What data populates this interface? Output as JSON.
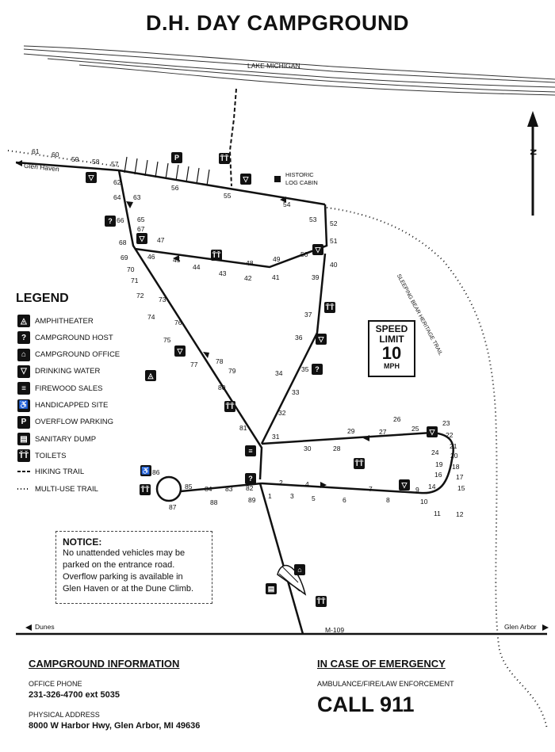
{
  "title": "D.H. DAY CAMPGROUND",
  "map_labels": {
    "lake": "LAKE MICHIGAN",
    "glen_haven": "Glen Haven",
    "historic": "HISTORIC",
    "log_cabin": "LOG CABIN",
    "trail": "SLEEPING BEAR HERITAGE TRAIL",
    "dunes": "Dunes",
    "m109": "M-109",
    "glen_arbor": "Glen Arbor",
    "north": "N"
  },
  "site_numbers": [
    "1",
    "2",
    "3",
    "4",
    "5",
    "6",
    "7",
    "8",
    "9",
    "10",
    "11",
    "12",
    "14",
    "15",
    "16",
    "17",
    "18",
    "19",
    "20",
    "21",
    "22",
    "23",
    "24",
    "25",
    "26",
    "27",
    "28",
    "29",
    "30",
    "31",
    "32",
    "33",
    "34",
    "35",
    "36",
    "37",
    "39",
    "40",
    "41",
    "42",
    "43",
    "44",
    "45",
    "46",
    "47",
    "48",
    "49",
    "50",
    "51",
    "52",
    "53",
    "54",
    "55",
    "56",
    "57",
    "58",
    "59",
    "60",
    "61",
    "62",
    "63",
    "64",
    "65",
    "66",
    "67",
    "68",
    "69",
    "70",
    "71",
    "72",
    "73",
    "74",
    "75",
    "76",
    "77",
    "78",
    "79",
    "80",
    "81",
    "82",
    "83",
    "84",
    "85",
    "86",
    "87",
    "88",
    "89"
  ],
  "legend": {
    "title": "LEGEND",
    "items": [
      {
        "icon": "amphitheater-icon",
        "glyph": "◬",
        "label": "AMPHITHEATER"
      },
      {
        "icon": "campground-host-icon",
        "glyph": "?",
        "label": "CAMPGROUND HOST"
      },
      {
        "icon": "campground-office-icon",
        "glyph": "⌂",
        "label": "CAMPGROUND OFFICE"
      },
      {
        "icon": "drinking-water-icon",
        "glyph": "▽",
        "label": "DRINKING WATER"
      },
      {
        "icon": "firewood-icon",
        "glyph": "≡",
        "label": "FIREWOOD SALES"
      },
      {
        "icon": "handicapped-icon",
        "glyph": "♿",
        "label": "HANDICAPPED SITE"
      },
      {
        "icon": "parking-icon",
        "glyph": "P",
        "label": "OVERFLOW PARKING"
      },
      {
        "icon": "sanitary-dump-icon",
        "glyph": "▤",
        "label": "SANITARY DUMP"
      },
      {
        "icon": "toilets-icon",
        "glyph": "ŤŤ",
        "label": "TOILETS"
      }
    ],
    "hiking": "HIKING TRAIL",
    "multiuse": "MULTI-USE TRAIL"
  },
  "notice": {
    "title": "NOTICE:",
    "body": "No unattended vehicles may be\nparked on the entrance road.\nOverflow parking is available in\nGlen Haven or at the Dune Climb."
  },
  "speed": {
    "line1": "SPEED",
    "line2": "LIMIT",
    "value": "10",
    "unit": "MPH"
  },
  "info": {
    "heading": "CAMPGROUND INFORMATION",
    "phone_label": "OFFICE PHONE",
    "phone": "231-326-4700 ext 5035",
    "address_label": "PHYSICAL ADDRESS",
    "address": "8000 W Harbor Hwy, Glen Arbor, MI 49636"
  },
  "emergency": {
    "heading": "IN CASE OF EMERGENCY",
    "services": "AMBULANCE/FIRE/LAW ENFORCEMENT",
    "call": "CALL 911"
  }
}
